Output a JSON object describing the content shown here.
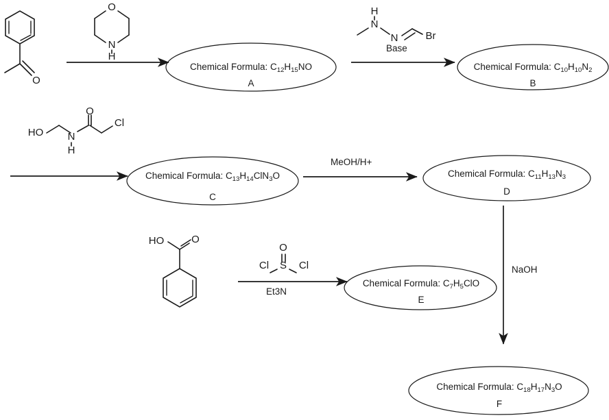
{
  "diagram": {
    "title": "Multi-step synthetic reaction scheme",
    "formula_prefix": "Chemical Formula: ",
    "nodes": [
      {
        "id": "A",
        "letter": "A",
        "formula_label": "Chemical Formula: C12H15NO",
        "formula_parts": [
          {
            "t": "Chemical Formula: C",
            "sub": false
          },
          {
            "t": "12",
            "sub": true
          },
          {
            "t": "H",
            "sub": false
          },
          {
            "t": "15",
            "sub": true
          },
          {
            "t": "NO",
            "sub": false
          }
        ]
      },
      {
        "id": "B",
        "letter": "B",
        "formula_label": "Chemical Formula: C10H10N2",
        "formula_parts": [
          {
            "t": "Chemical Formula: C",
            "sub": false
          },
          {
            "t": "10",
            "sub": true
          },
          {
            "t": "H",
            "sub": false
          },
          {
            "t": "10",
            "sub": true
          },
          {
            "t": "N",
            "sub": false
          },
          {
            "t": "2",
            "sub": true
          }
        ]
      },
      {
        "id": "C",
        "letter": "C",
        "formula_label": "Chemical Formula: C13H14ClN3O",
        "formula_parts": [
          {
            "t": "Chemical Formula: C",
            "sub": false
          },
          {
            "t": "13",
            "sub": true
          },
          {
            "t": "H",
            "sub": false
          },
          {
            "t": "14",
            "sub": true
          },
          {
            "t": "ClN",
            "sub": false
          },
          {
            "t": "3",
            "sub": true
          },
          {
            "t": "O",
            "sub": false
          }
        ]
      },
      {
        "id": "D",
        "letter": "D",
        "formula_label": "Chemical Formula: C11H13N3",
        "formula_parts": [
          {
            "t": "Chemical Formula: C",
            "sub": false
          },
          {
            "t": "11",
            "sub": true
          },
          {
            "t": "H",
            "sub": false
          },
          {
            "t": "13",
            "sub": true
          },
          {
            "t": "N",
            "sub": false
          },
          {
            "t": "3",
            "sub": true
          }
        ]
      },
      {
        "id": "E",
        "letter": "E",
        "formula_label": "Chemical Formula: C7H5ClO",
        "formula_parts": [
          {
            "t": "Chemical Formula: C",
            "sub": false
          },
          {
            "t": "7",
            "sub": true
          },
          {
            "t": "H",
            "sub": false
          },
          {
            "t": "5",
            "sub": true
          },
          {
            "t": "ClO",
            "sub": false
          }
        ]
      },
      {
        "id": "F",
        "letter": "F",
        "formula_label": "Chemical Formula: C18H17N3O",
        "formula_parts": [
          {
            "t": "Chemical Formula: C",
            "sub": false
          },
          {
            "t": "18",
            "sub": true
          },
          {
            "t": "H",
            "sub": false
          },
          {
            "t": "17",
            "sub": true
          },
          {
            "t": "N",
            "sub": false
          },
          {
            "t": "3",
            "sub": true
          },
          {
            "t": "O",
            "sub": false
          }
        ]
      }
    ],
    "reagent_labels": {
      "base": "Base",
      "meoh_h": "MeOH/H+",
      "et3n": "Et3N",
      "naoh": "NaOH"
    },
    "structures": {
      "acetophenone": {
        "name": "acetophenone",
        "atoms": [
          "O"
        ]
      },
      "morpholine": {
        "name": "morpholine",
        "atoms": [
          "O",
          "N",
          "H"
        ]
      },
      "bromo_methylhydrazone": {
        "name": "N-methylhydrazone bromide",
        "atoms": [
          "H",
          "N",
          "N",
          "Br"
        ]
      },
      "chloroacetamide": {
        "name": "N-(hydroxymethyl)-2-chloroacetamide",
        "atoms": [
          "HO",
          "N",
          "H",
          "O",
          "Cl"
        ]
      },
      "benzoic_acid": {
        "name": "benzoic acid",
        "atoms": [
          "HO",
          "O"
        ]
      },
      "thionyl_chloride": {
        "name": "thionyl chloride",
        "atoms": [
          "O",
          "S",
          "Cl",
          "Cl"
        ]
      }
    },
    "colors": {
      "ink": "#1a1a1a",
      "background": "#ffffff"
    }
  }
}
